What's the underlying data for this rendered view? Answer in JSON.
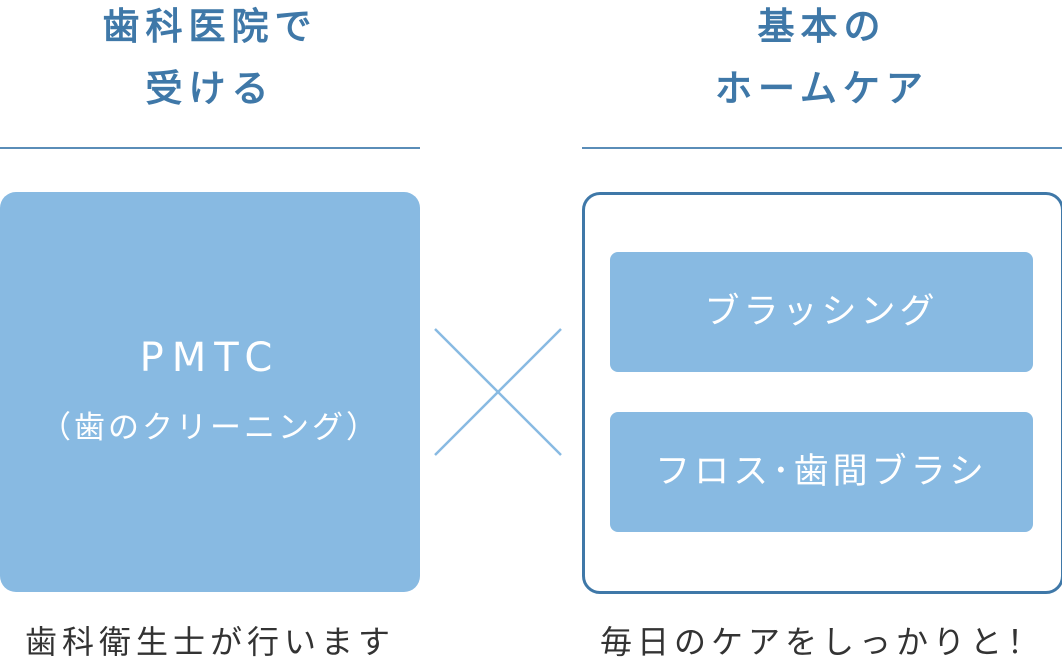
{
  "left": {
    "heading": [
      "歯科医院で",
      "受ける"
    ],
    "card_title": "PMTC",
    "card_subtitle": "（歯のクリーニング）",
    "caption": "歯科衛生士が行います"
  },
  "right": {
    "heading": [
      "基本の",
      "ホームケア"
    ],
    "items": [
      "ブラッシング",
      "フロス･歯間ブラシ"
    ],
    "caption": "毎日のケアをしっかりと！"
  },
  "colors": {
    "heading": "#3f78a8",
    "box_fill": "#88bae2",
    "cross": "#88bae2",
    "border": "#3f78a8"
  },
  "icons": {
    "combine": "cross-icon"
  }
}
